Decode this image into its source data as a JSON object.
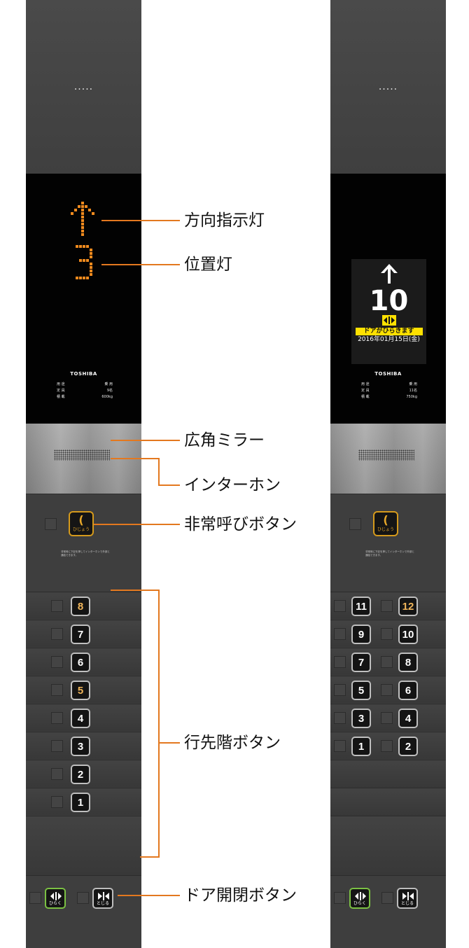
{
  "left_panel": {
    "top_dots": "·····",
    "brand": "TOSHIBA",
    "spec": [
      {
        "key": "用 途",
        "value": "乗 用"
      },
      {
        "key": "定 員",
        "value": "9名"
      },
      {
        "key": "積 載",
        "value": "600kg"
      }
    ],
    "emergency_button_label": "ひじょう",
    "emergency_note": "非常時に下記を押してインターホンで外部と通話できます。",
    "floor_buttons": [
      "8",
      "7",
      "6",
      "5",
      "4",
      "3",
      "2",
      "1"
    ],
    "door_open_label": "ひらく",
    "door_close_label": "とじる"
  },
  "right_panel": {
    "top_dots": "·····",
    "lcd_floor": "10",
    "lcd_message": "ドアがひらきます",
    "lcd_date": "2016年01月15日(金)",
    "brand": "TOSHIBA",
    "spec": [
      {
        "key": "用 途",
        "value": "乗 用"
      },
      {
        "key": "定 員",
        "value": "11名"
      },
      {
        "key": "積 載",
        "value": "750kg"
      }
    ],
    "emergency_button_label": "ひじょう",
    "emergency_note": "非常時に下記を押してインターホンで外部と通話できます。",
    "floor_button_pairs": [
      [
        "11",
        "12"
      ],
      [
        "9",
        "10"
      ],
      [
        "7",
        "8"
      ],
      [
        "5",
        "6"
      ],
      [
        "3",
        "4"
      ],
      [
        "1",
        "2"
      ]
    ],
    "door_open_label": "ひらく",
    "door_close_label": "とじる"
  },
  "labels": {
    "direction_indicator": "方向指示灯",
    "position_indicator": "位置灯",
    "wide_angle_mirror": "広角ミラー",
    "intercom": "インターホン",
    "emergency_call_button": "非常呼びボタン",
    "destination_floor_buttons": "行先階ボタン",
    "door_open_close_buttons": "ドア開閉ボタン"
  },
  "colors": {
    "leader_line": "#e3781f",
    "dot_matrix": "#f08a1e",
    "emergency_border": "#d59a1c",
    "open_button_border": "#7bc043",
    "lcd_highlight": "#ffe100"
  }
}
